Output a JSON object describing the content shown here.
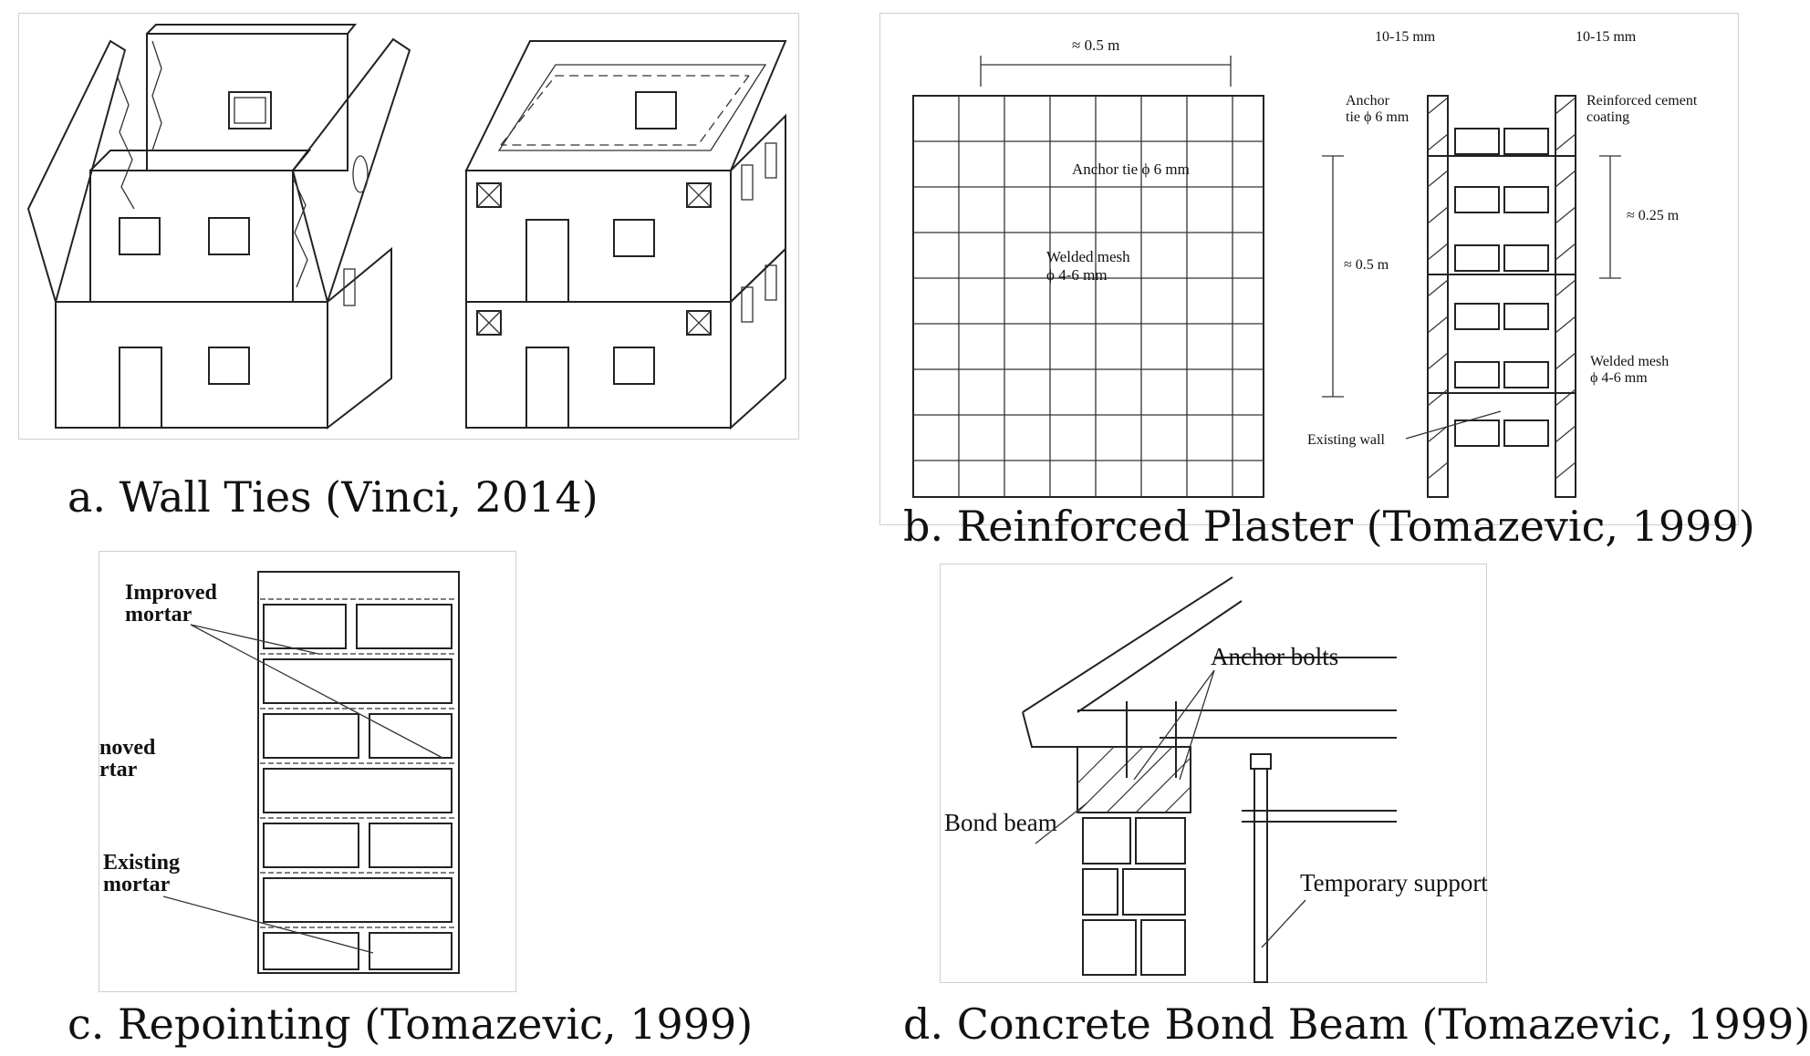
{
  "figure": {
    "panels": [
      {
        "id": "a",
        "caption": "a. Wall Ties (Vinci, 2014)"
      },
      {
        "id": "b",
        "caption": "b. Reinforced Plaster (Tomazevic, 1999)"
      },
      {
        "id": "c",
        "caption": "c. Repointing (Tomazevic, 1999)"
      },
      {
        "id": "d",
        "caption": "d. Concrete Bond Beam (Tomazevic, 1999)"
      }
    ]
  },
  "panel_b": {
    "dim_top": "≈ 0.5 m",
    "anchor_tie": "Anchor tie ϕ 6 mm",
    "welded_mesh_line1": "Welded mesh",
    "welded_mesh_line2": "ϕ 4-6 mm",
    "dim_vertical": "≈ 0.5 m",
    "gap_left": "10-15 mm",
    "gap_right": "10-15 mm",
    "anchor_line1": "Anchor",
    "anchor_line2": "tie ϕ 6 mm",
    "coating_line1": "Reinforced cement",
    "coating_line2": "coating",
    "dim_025": "≈ 0.25 m",
    "mesh_right_line1": "Welded mesh",
    "mesh_right_line2": "ϕ 4-6 mm",
    "existing_wall": "Existing wall"
  },
  "panel_c": {
    "improved_line1": "Improved",
    "improved_line2": "mortar",
    "removed_line1": "noved",
    "removed_line2": "rtar",
    "existing_line1": "Existing",
    "existing_line2": "mortar"
  },
  "panel_d": {
    "anchor_bolts": "Anchor bolts",
    "bond_beam": "Bond beam",
    "temporary_support": "Temporary support"
  }
}
